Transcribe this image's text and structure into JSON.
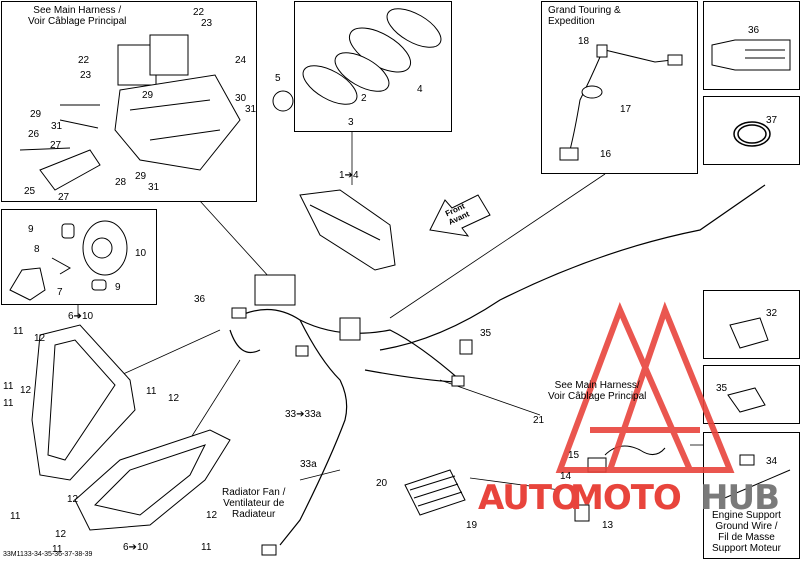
{
  "diagram_id": "33M1133-34-35-36-37-38-39",
  "captions": {
    "main_harness_top": [
      "See Main Harness /",
      "Voir Câblage Principal"
    ],
    "grand_touring": [
      "Grand Touring &",
      "Expedition"
    ],
    "main_harness_right": [
      "See Main Harness/",
      "Voir Câblage Principal"
    ],
    "radiator_fan": [
      "Radiator Fan /",
      "Ventilateur de",
      "Radiateur"
    ],
    "engine_support": [
      "Engine Support",
      "Ground Wire /",
      "Fil de Masse",
      "Support Moteur"
    ],
    "front": [
      "Front",
      "Avant"
    ]
  },
  "callouts": {
    "c22a": "22",
    "c23a": "23",
    "c22b": "22",
    "c23b": "23",
    "c24": "24",
    "c29a": "29",
    "c30": "30",
    "c31a": "31",
    "c31b": "31",
    "c26": "26",
    "c27a": "27",
    "c28": "28",
    "c25": "25",
    "c27b": "27",
    "c29b": "29",
    "c31c": "31",
    "c29c": "29",
    "c5": "5",
    "c2": "2",
    "c3": "3",
    "c4": "4",
    "c18": "18",
    "c17": "17",
    "c16": "16",
    "c36": "36",
    "c37": "37",
    "c9a": "9",
    "c8": "8",
    "c10": "10",
    "c7": "7",
    "c9b": "9",
    "ref6_10a": "6➔10",
    "ref1_4": "1➔4",
    "c36b": "36",
    "c35": "35",
    "c32": "32",
    "c35b": "35",
    "c11a": "11",
    "c12a": "12",
    "c11b": "11",
    "c12b": "12",
    "c11c": "11",
    "c12c": "12",
    "c11d": "11",
    "c12d": "12",
    "c12e": "12",
    "c11e": "11",
    "c12f": "12",
    "c11f": "11",
    "c11g": "11",
    "ref6_10b": "6➔10",
    "ref33": "33➔33a",
    "c33a": "33a",
    "c21": "21",
    "c20": "20",
    "c19": "19",
    "c15": "15",
    "c14": "14",
    "c13": "13",
    "c34": "34"
  },
  "watermark": {
    "word1": "AUTO",
    "word2": "MOTO",
    "word3": "HUB"
  },
  "colors": {
    "line": "#000000",
    "watermark_red": "#e8443c",
    "watermark_gray": "#7a7a7a"
  }
}
